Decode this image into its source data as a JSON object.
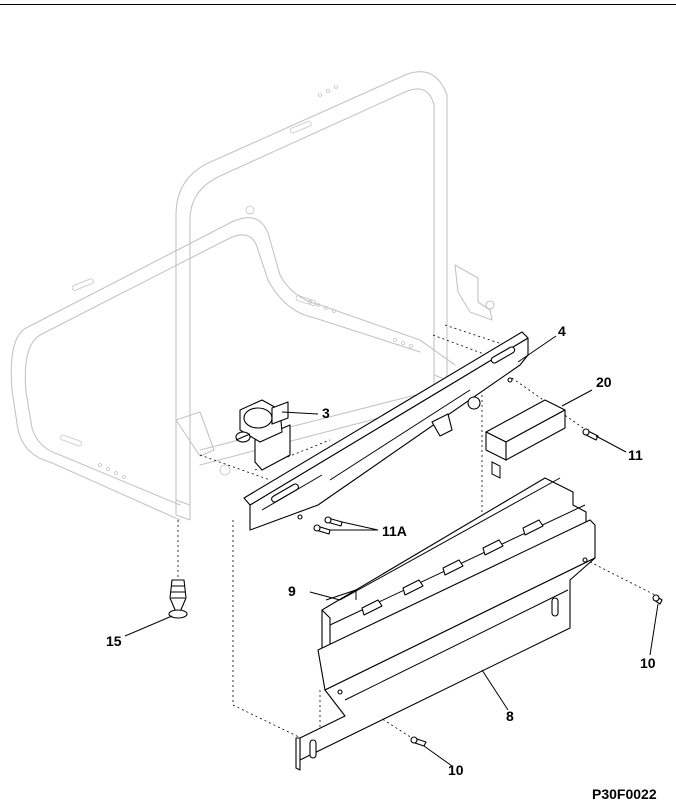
{
  "callouts": {
    "c4": "4",
    "c3": "3",
    "c20": "20",
    "c11": "11",
    "c11a": "11A",
    "c9": "9",
    "c15": "15",
    "c10_right": "10",
    "c8": "8",
    "c10_bottom": "10"
  },
  "drawing_code": "P30F0022",
  "colors": {
    "frame": "#c4c4c4",
    "parts": "#000000",
    "background": "#ffffff"
  }
}
